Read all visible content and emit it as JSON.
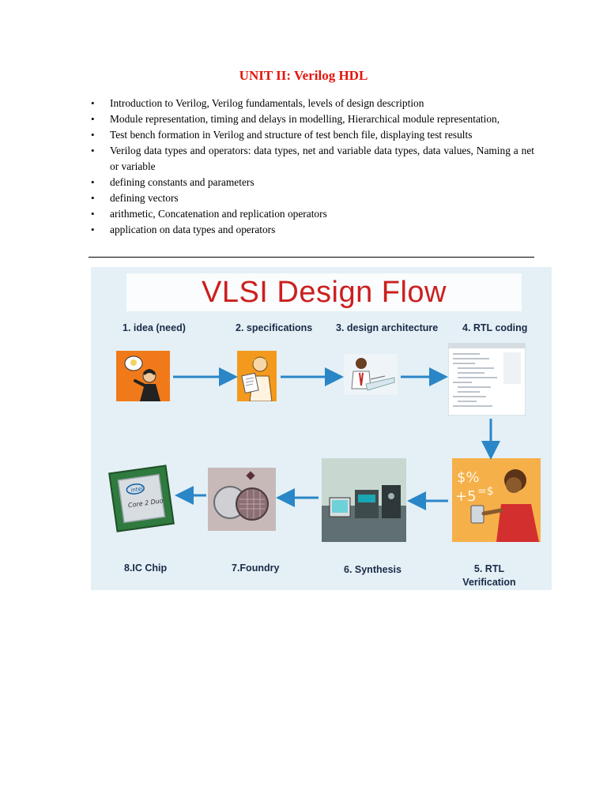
{
  "document": {
    "title": "UNIT II: Verilog HDL",
    "bullets": [
      "Introduction to Verilog, Verilog fundamentals, levels of design description",
      "Module representation, timing and delays in modelling, Hierarchical module representation,",
      "Test bench formation in Verilog and structure of test bench file, displaying test results",
      "Verilog data types and operators: data types, net and variable data types, data values, Naming a net or variable",
      "defining constants and parameters",
      "defining vectors",
      "arithmetic, Concatenation and replication operators",
      "application on data types and operators"
    ]
  },
  "figure": {
    "title": "VLSI Design Flow",
    "steps": [
      {
        "label": "1. idea (need)",
        "icon": "idea-person-icon"
      },
      {
        "label": "2. specifications",
        "icon": "specifications-person-icon"
      },
      {
        "label": "3. design architecture",
        "icon": "architect-icon"
      },
      {
        "label": "4. RTL coding",
        "icon": "code-screen-icon"
      },
      {
        "label": "5. RTL Verification",
        "icon": "verification-person-icon"
      },
      {
        "label": "6. Synthesis",
        "icon": "synthesis-lab-icon"
      },
      {
        "label": "7.Foundry",
        "icon": "wafer-icon"
      },
      {
        "label": "8.IC Chip",
        "icon": "ic-chip-icon"
      }
    ],
    "chip_text": {
      "brand": "intel",
      "model": "Core 2 Duo"
    },
    "colors": {
      "title": "#cc1f1f",
      "arrow": "#2a86c6",
      "background": "#e4f0f6"
    }
  }
}
